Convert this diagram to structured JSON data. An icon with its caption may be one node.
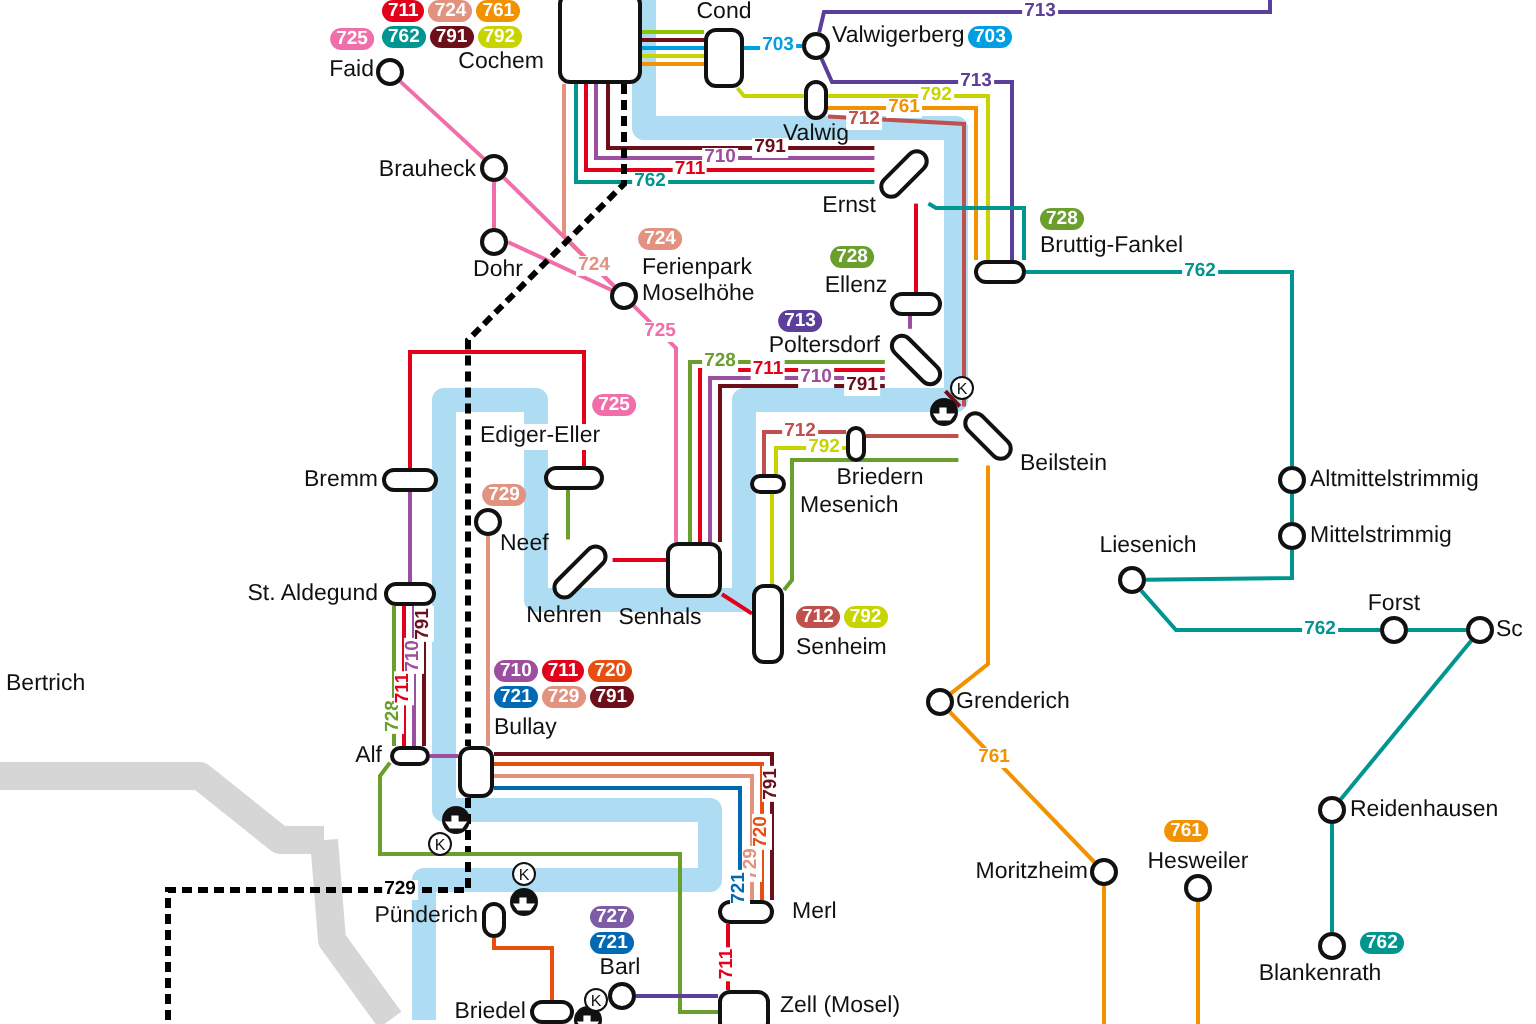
{
  "diagram": {
    "nodes": [
      {
        "text": [
          "Faid"
        ],
        "beside": [
          "725"
        ]
      },
      {
        "text": [
          "Cochem"
        ],
        "beside": [
          "711",
          "724",
          "761",
          "762",
          "791",
          "792"
        ]
      },
      {
        "text": [
          "Cond"
        ]
      },
      {
        "text": [
          "Valwigerberg"
        ]
      },
      {
        "text": [
          "Valwig"
        ]
      },
      {
        "text": [
          "Brauheck"
        ]
      },
      {
        "text": [
          "Dohr"
        ]
      },
      {
        "text": [
          "Ferienpark Moselhöhe"
        ],
        "beside": [
          "724"
        ]
      },
      {
        "text": [
          "Ernst"
        ]
      },
      {
        "text": [
          "Bruttig-Fankel"
        ],
        "beside": [
          "728"
        ]
      },
      {
        "text": [
          "Ellenz"
        ],
        "beside": [
          "728"
        ]
      },
      {
        "text": [
          "Poltersdorf"
        ],
        "beside": [
          "713"
        ]
      },
      {
        "text": [
          "Ediger-Eller"
        ],
        "beside": [
          "725"
        ]
      },
      {
        "text": [
          "Bremm"
        ]
      },
      {
        "text": [
          "Neef"
        ],
        "beside": [
          "729"
        ]
      },
      {
        "text": [
          "Beilstein"
        ]
      },
      {
        "text": [
          "Briedern"
        ]
      },
      {
        "text": [
          "Mesenich"
        ]
      },
      {
        "text": [
          "Nehren"
        ]
      },
      {
        "text": [
          "Senhals"
        ]
      },
      {
        "text": [
          "Senheim"
        ],
        "beside": [
          "712",
          "792"
        ]
      },
      {
        "text": [
          "St. Aldegund"
        ]
      },
      {
        "text": [
          "Altmittelstrimmig"
        ]
      },
      {
        "text": [
          "Mittelstrimmig"
        ]
      },
      {
        "text": [
          "Liesenich"
        ]
      },
      {
        "text": [
          "Forst"
        ]
      },
      {
        "text": [
          "Sc"
        ]
      },
      {
        "text": [
          "Grenderich"
        ]
      },
      {
        "text": [
          "Bertrich"
        ]
      },
      {
        "text": [
          "Bullay"
        ],
        "beside": [
          "710",
          "711",
          "720",
          "721",
          "729",
          "791"
        ]
      },
      {
        "text": [
          "Alf"
        ]
      },
      {
        "text": [
          "Reidenhausen"
        ]
      },
      {
        "text": [
          "Moritzheim"
        ]
      },
      {
        "text": [
          "Hesweiler"
        ],
        "beside": [
          "761"
        ]
      },
      {
        "text": [
          "Merl"
        ]
      },
      {
        "text": [
          "Pünderich"
        ]
      },
      {
        "text": [
          "Barl"
        ],
        "beside": [
          "727",
          "721"
        ]
      },
      {
        "text": [
          "Blankenrath"
        ],
        "beside": [
          "762"
        ]
      },
      {
        "text": [
          "Briedel"
        ]
      },
      {
        "text": [
          "Zell (Mosel)"
        ]
      },
      {
        "text": [
          "K"
        ]
      },
      {
        "text": [
          "K"
        ]
      },
      {
        "text": [
          "K"
        ]
      },
      {
        "text": [
          "K"
        ]
      }
    ],
    "edges": [
      {
        "from": 1,
        "to": 2,
        "arrow": "none",
        "color": "#8bc400"
      },
      {
        "from": 1,
        "to": 2,
        "arrow": "none",
        "color": "#6d0f1b"
      },
      {
        "from": 1,
        "to": 2,
        "arrow": "none",
        "color": "#009fe3"
      },
      {
        "from": 1,
        "to": 2,
        "arrow": "none",
        "color": "#c8d400"
      },
      {
        "from": 1,
        "to": 2,
        "arrow": "none",
        "color": "#f39200"
      },
      {
        "from": 2,
        "to": 3,
        "arrow": "none",
        "label": "703",
        "color": "#009fe3"
      },
      {
        "from": 3,
        "to": null,
        "arrow": "none",
        "label": "713",
        "color": "#5b3f99"
      },
      {
        "from": 3,
        "to": 9,
        "arrow": "none",
        "label": "713",
        "color": "#5b3f99"
      },
      {
        "from": 2,
        "to": 4,
        "arrow": "none",
        "color": "#c8d400"
      },
      {
        "from": 4,
        "to": 9,
        "arrow": "none",
        "label": "792",
        "color": "#c8d400"
      },
      {
        "from": 4,
        "to": 9,
        "arrow": "none",
        "label": "761",
        "color": "#f39200"
      },
      {
        "from": 4,
        "to": 15,
        "arrow": "none",
        "label": "712",
        "color": "#c0504d"
      },
      {
        "from": 1,
        "to": 8,
        "arrow": "none",
        "label": "791",
        "color": "#6d0f1b"
      },
      {
        "from": 1,
        "to": 8,
        "arrow": "none",
        "label": "710",
        "color": "#9b4f9e"
      },
      {
        "from": 1,
        "to": 8,
        "arrow": "none",
        "label": "711",
        "color": "#e2001a"
      },
      {
        "from": 1,
        "to": 8,
        "arrow": "none",
        "label": "762",
        "color": "#00968f"
      },
      {
        "from": 1,
        "to": 7,
        "arrow": "none",
        "label": "724",
        "color": "#e2937f"
      },
      {
        "from": 0,
        "to": 5,
        "arrow": "none",
        "color": "#f06eaa"
      },
      {
        "from": 5,
        "to": 7,
        "arrow": "none",
        "color": "#f06eaa"
      },
      {
        "from": 7,
        "to": 19,
        "arrow": "none",
        "label": "725",
        "color": "#f06eaa"
      },
      {
        "from": 5,
        "to": 6,
        "arrow": "none",
        "color": "#f06eaa"
      },
      {
        "from": 6,
        "to": 7,
        "arrow": "none",
        "color": "#f06eaa"
      },
      {
        "from": 8,
        "to": 10,
        "arrow": "none",
        "color": "#e2001a"
      },
      {
        "from": 10,
        "to": 11,
        "arrow": "none",
        "color": "#9b4f9e"
      },
      {
        "from": 11,
        "to": 15,
        "arrow": "none",
        "color": "#6d0f1b"
      },
      {
        "from": 8,
        "to": 9,
        "arrow": "none",
        "color": "#00968f"
      },
      {
        "from": 9,
        "to": 22,
        "arrow": "none",
        "label": "762",
        "color": "#00968f"
      },
      {
        "from": 22,
        "to": 23,
        "arrow": "none",
        "color": "#00968f"
      },
      {
        "from": 23,
        "to": 24,
        "arrow": "none",
        "color": "#00968f"
      },
      {
        "from": 24,
        "to": 25,
        "arrow": "none",
        "label": "762",
        "color": "#00968f"
      },
      {
        "from": 25,
        "to": 26,
        "arrow": "none",
        "color": "#00968f"
      },
      {
        "from": 26,
        "to": 31,
        "arrow": "none",
        "color": "#00968f"
      },
      {
        "from": 31,
        "to": 37,
        "arrow": "none",
        "color": "#00968f"
      },
      {
        "from": 11,
        "to": 19,
        "arrow": "none",
        "label": "728",
        "color": "#6a9f2e"
      },
      {
        "from": 11,
        "to": 19,
        "arrow": "none",
        "label": "711",
        "color": "#e2001a"
      },
      {
        "from": 11,
        "to": 19,
        "arrow": "none",
        "label": "710",
        "color": "#9b4f9e"
      },
      {
        "from": 11,
        "to": 19,
        "arrow": "none",
        "label": "791",
        "color": "#6d0f1b"
      },
      {
        "from": 15,
        "to": 16,
        "arrow": "none",
        "color": "#c0504d"
      },
      {
        "from": 16,
        "to": 17,
        "arrow": "none",
        "label": "712",
        "color": "#c0504d"
      },
      {
        "from": 16,
        "to": 17,
        "arrow": "none",
        "label": "792",
        "color": "#c8d400"
      },
      {
        "from": 17,
        "to": 20,
        "arrow": "none",
        "color": "#c8d400"
      },
      {
        "from": 15,
        "to": 20,
        "arrow": "none",
        "color": "#6a9f2e"
      },
      {
        "from": 15,
        "to": 27,
        "arrow": "none",
        "color": "#f39200"
      },
      {
        "from": 27,
        "to": 32,
        "arrow": "none",
        "label": "761",
        "color": "#f39200"
      },
      {
        "from": 32,
        "to": null,
        "arrow": "none",
        "color": "#f39200"
      },
      {
        "from": 33,
        "to": null,
        "arrow": "none",
        "color": "#f39200"
      },
      {
        "from": 19,
        "to": 20,
        "arrow": "none",
        "color": "#e2001a"
      },
      {
        "from": 18,
        "to": 19,
        "arrow": "none",
        "color": "#e2001a"
      },
      {
        "from": 12,
        "to": 18,
        "arrow": "none",
        "color": "#6a9f2e"
      },
      {
        "from": 12,
        "to": 13,
        "arrow": "none",
        "color": "#e2001a"
      },
      {
        "from": 13,
        "to": 21,
        "arrow": "none",
        "color": "#9b4f9e"
      },
      {
        "from": 21,
        "to": 30,
        "arrow": "none",
        "label": "728",
        "color": "#6a9f2e"
      },
      {
        "from": 21,
        "to": 30,
        "arrow": "none",
        "label": "711",
        "color": "#e2001a"
      },
      {
        "from": 21,
        "to": 30,
        "arrow": "none",
        "label": "710",
        "color": "#9b4f9e"
      },
      {
        "from": 21,
        "to": 30,
        "arrow": "none",
        "label": "791",
        "color": "#6d0f1b"
      },
      {
        "from": 30,
        "to": 29,
        "arrow": "none",
        "color": "#9b4f9e"
      },
      {
        "from": 1,
        "to": 29,
        "arrow": "none",
        "style": "dashed",
        "color": "#000000"
      },
      {
        "from": 29,
        "to": null,
        "arrow": "none",
        "label": "729",
        "style": "dashed",
        "color": "#000000"
      },
      {
        "from": 14,
        "to": 29,
        "arrow": "none",
        "color": "#e2937f"
      },
      {
        "from": 29,
        "to": 34,
        "arrow": "none",
        "label": "791",
        "color": "#6d0f1b"
      },
      {
        "from": 29,
        "to": 34,
        "arrow": "none",
        "label": "720",
        "color": "#e84e0f"
      },
      {
        "from": 29,
        "to": 34,
        "arrow": "none",
        "label": "729",
        "color": "#e2937f"
      },
      {
        "from": 29,
        "to": 34,
        "arrow": "none",
        "label": "721",
        "color": "#0069b4"
      },
      {
        "from": 34,
        "to": 39,
        "arrow": "none",
        "label": "711",
        "color": "#e2001a"
      },
      {
        "from": 30,
        "to": 39,
        "arrow": "none",
        "color": "#6a9f2e"
      },
      {
        "from": 36,
        "to": 39,
        "arrow": "none",
        "color": "#5b3f99"
      },
      {
        "from": 35,
        "to": 38,
        "arrow": "none",
        "color": "#e84e0f"
      }
    ],
    "labels": [
      "703"
    ]
  }
}
